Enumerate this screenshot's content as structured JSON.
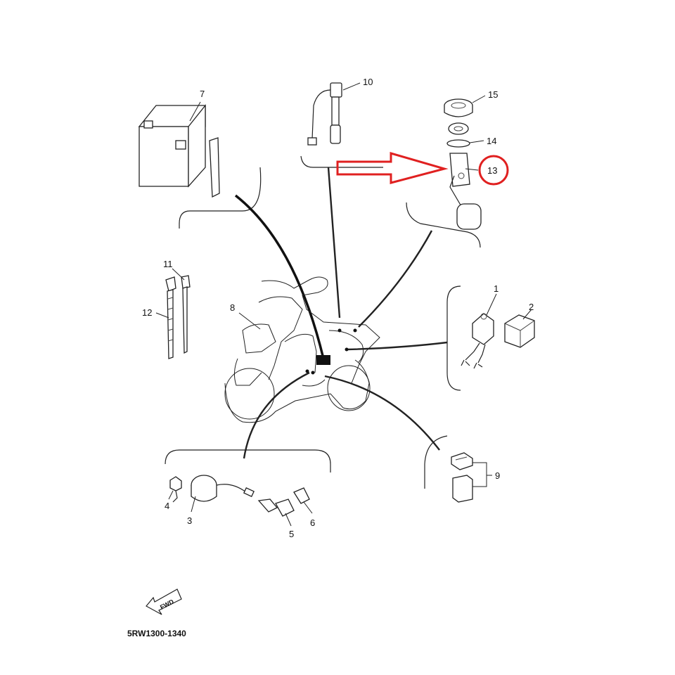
{
  "diagram": {
    "part_labels": {
      "p1": "1",
      "p2": "2",
      "p3": "3",
      "p4": "4",
      "p5": "5",
      "p6": "6",
      "p7": "7",
      "p8": "8",
      "p9": "9",
      "p10": "10",
      "p11": "11",
      "p12": "12",
      "p13": "13",
      "p14": "14",
      "p15": "15"
    },
    "highlighted_part": "13",
    "highlight_color": "#e02020",
    "direction_badge": "FWD",
    "diagram_code": "5RW1300-1340"
  }
}
